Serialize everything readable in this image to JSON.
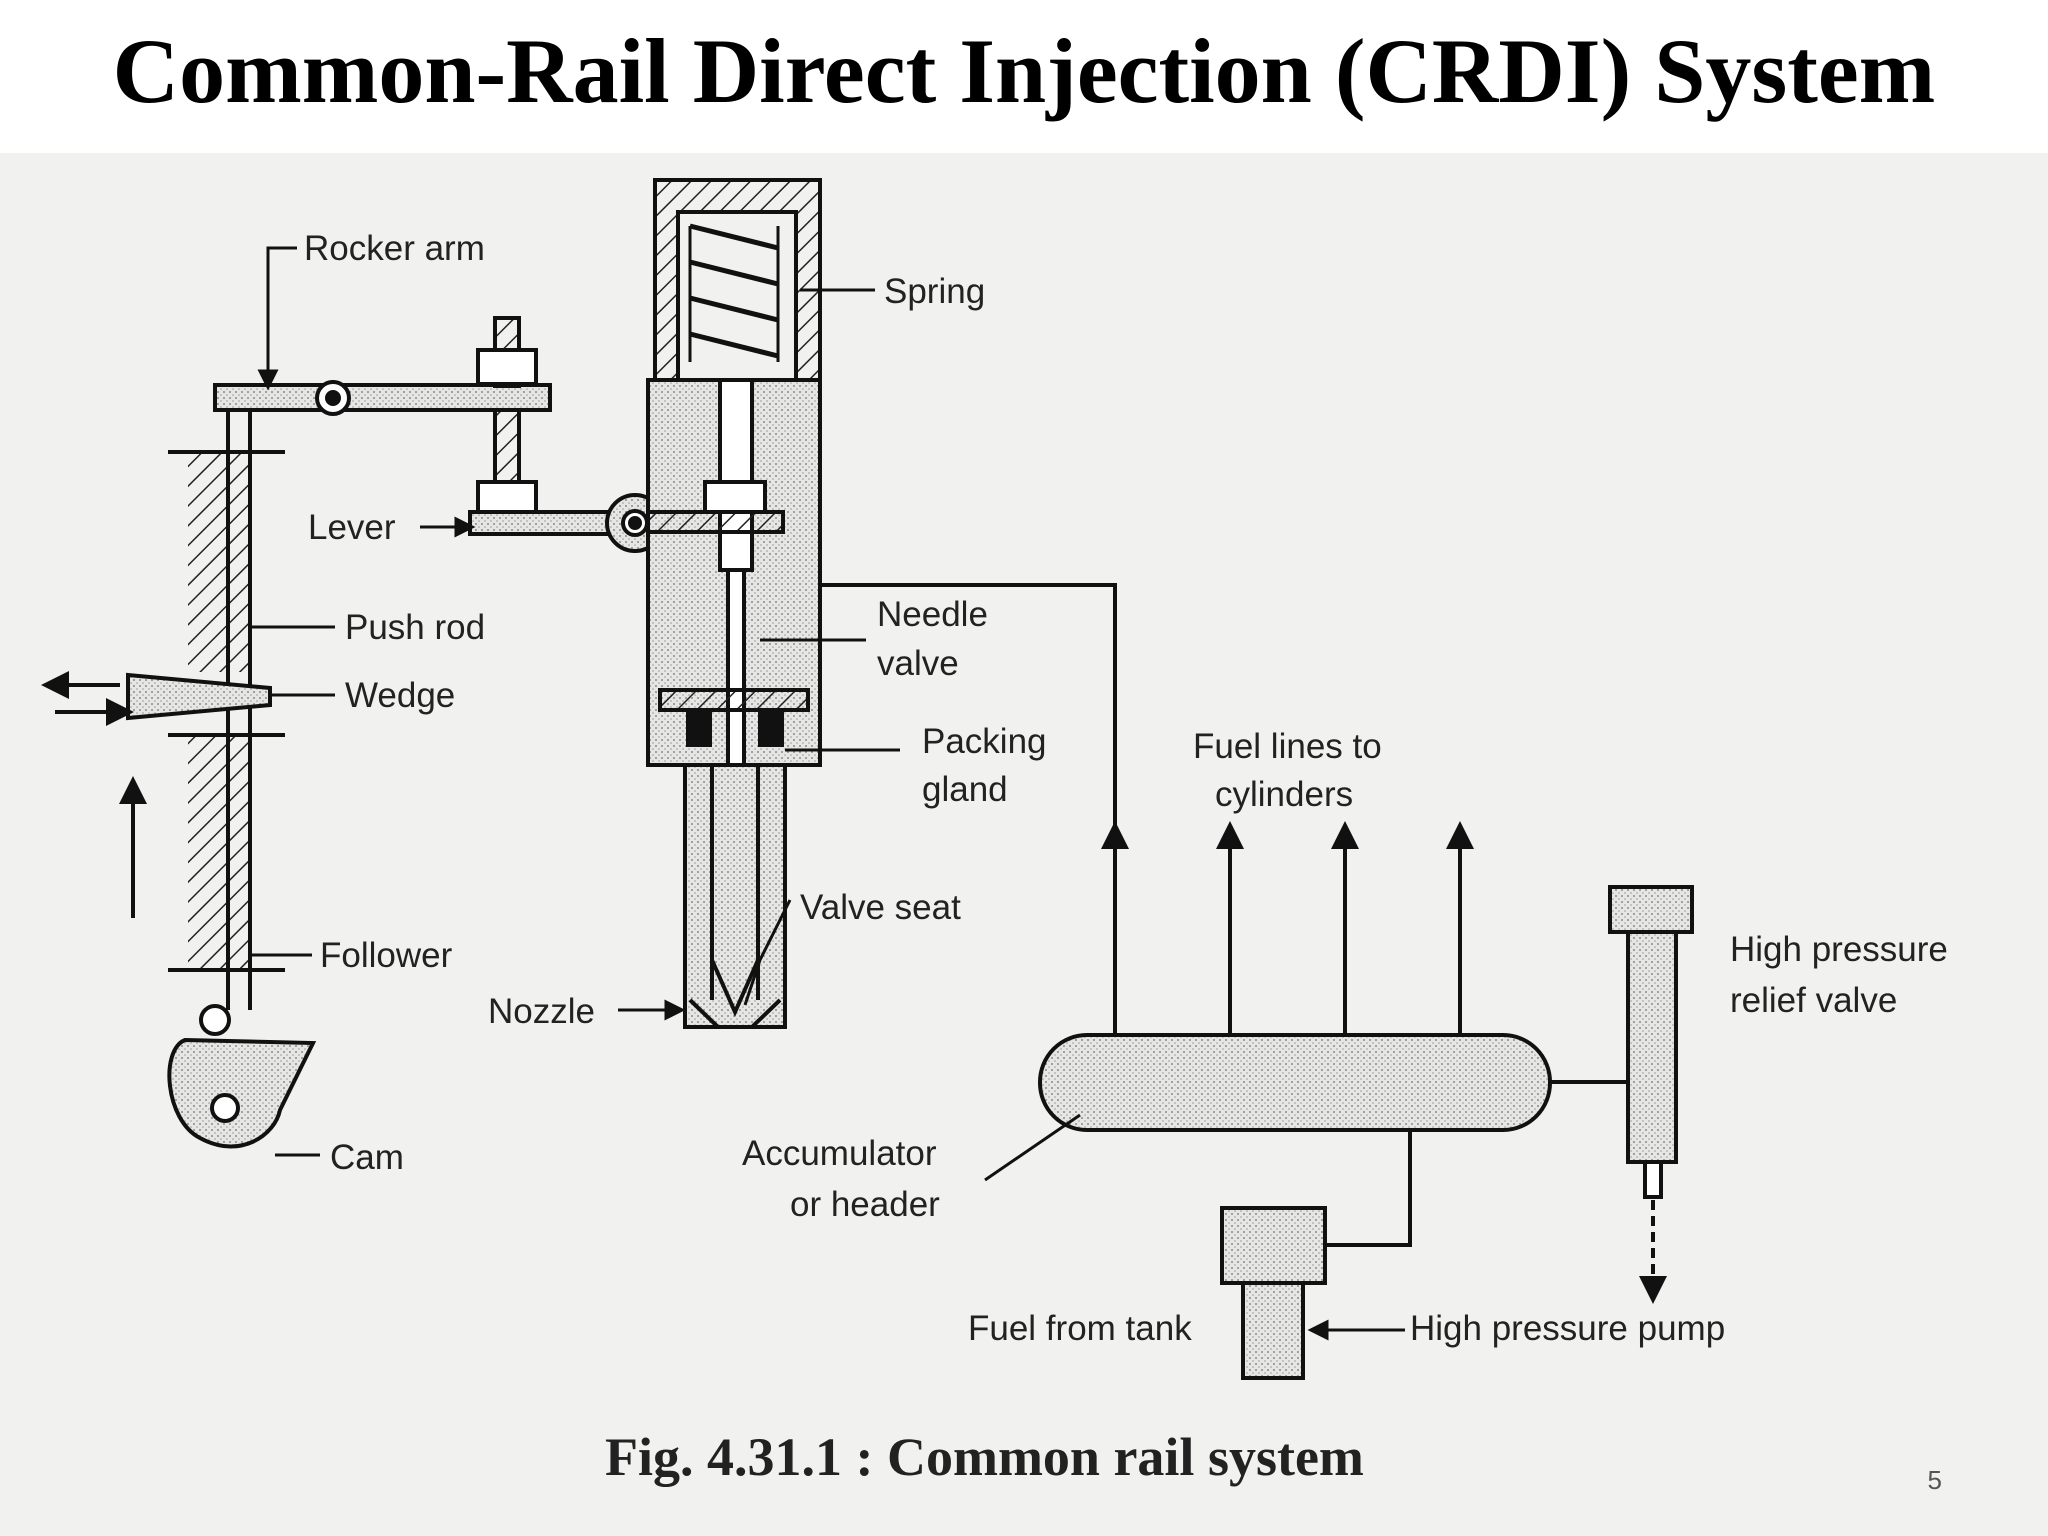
{
  "slide": {
    "title": "Common-Rail Direct Injection (CRDI) System",
    "page_number": "5"
  },
  "figure": {
    "caption": "Fig. 4.31.1 : Common rail system",
    "labels": {
      "rocker_arm": "Rocker arm",
      "lever": "Lever",
      "push_rod": "Push rod",
      "wedge": "Wedge",
      "follower": "Follower",
      "cam": "Cam",
      "spring": "Spring",
      "needle_valve_1": "Needle",
      "needle_valve_2": "valve",
      "packing_gland_1": "Packing",
      "packing_gland_2": "gland",
      "valve_seat": "Valve seat",
      "nozzle": "Nozzle",
      "fuel_lines_1": "Fuel lines to",
      "fuel_lines_2": "cylinders",
      "relief_valve_1": "High pressure",
      "relief_valve_2": "relief valve",
      "accumulator_1": "Accumulator",
      "accumulator_2": "or header",
      "fuel_from_tank": "Fuel from tank",
      "high_pressure_pump": "High pressure pump"
    }
  }
}
